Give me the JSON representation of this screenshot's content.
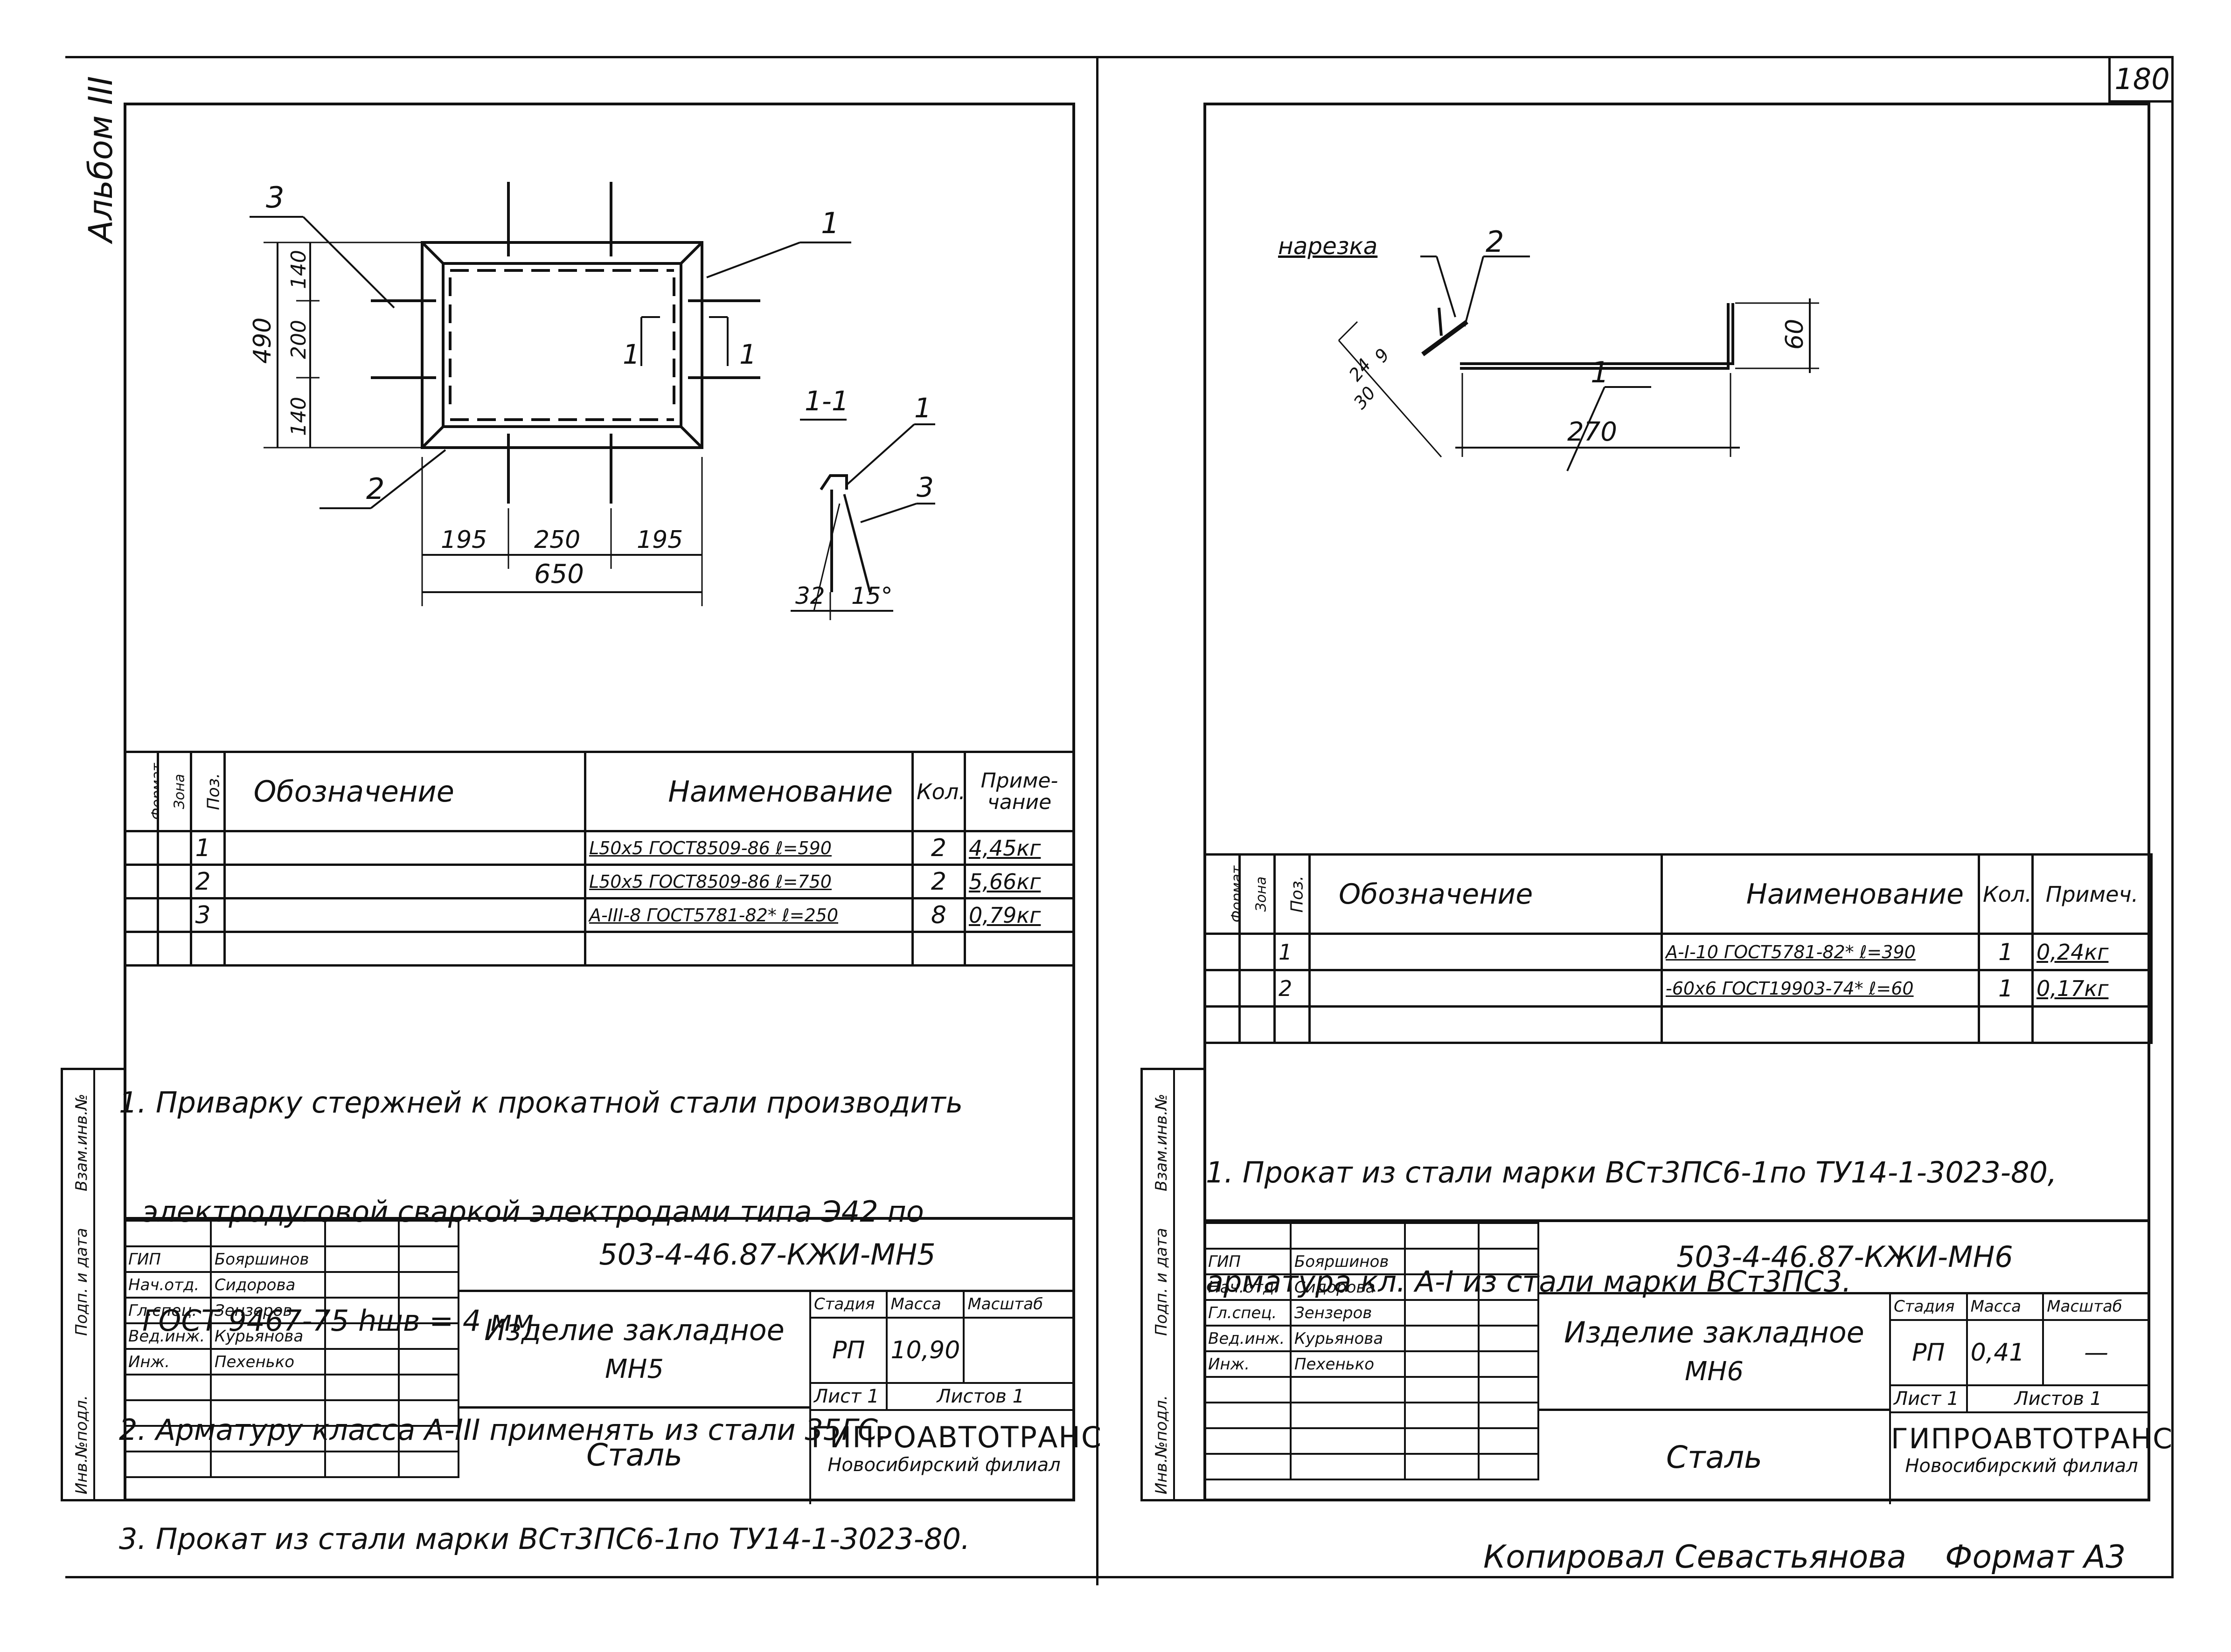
{
  "page": {
    "page_number": "180",
    "album": "Альбом III",
    "copied_by": "Копировал Севастьянова",
    "format": "Формат А3"
  },
  "side_stamp": [
    "Инв.№подл.",
    "Подп. и дата",
    "Взам.инв.№"
  ],
  "spec_headers": [
    "Формат",
    "Зона",
    "Поз.",
    "Обозначение",
    "Наименование",
    "Кол.",
    "Приме-\nчание"
  ],
  "left": {
    "drawing": {
      "labels": [
        "3",
        "1",
        "2",
        "1",
        "1",
        "1-1",
        "1",
        "3"
      ],
      "dims": [
        "490",
        "140",
        "200",
        "140",
        "195",
        "250",
        "195",
        "650",
        "32",
        "15°"
      ]
    },
    "spec_rows": [
      {
        "pos": "1",
        "name": "L50x5 ГОСТ8509-86 ℓ=590",
        "qty": "2",
        "note": "4,45кг"
      },
      {
        "pos": "2",
        "name": "L50x5 ГОСТ8509-86 ℓ=750",
        "qty": "2",
        "note": "5,66кг"
      },
      {
        "pos": "3",
        "name": "A-III-8 ГОСТ5781-82* ℓ=250",
        "qty": "8",
        "note": "0,79кг"
      }
    ],
    "notes": [
      "1. Приварку стержней к прокатной стали производить",
      "электродуговой сваркой электродами типа Э42 по",
      "ГОСТ 9467-75 hшв = 4 мм.",
      "2. Арматуру класса А-III применять из стали 35ГС.",
      "3. Прокат из стали марки ВСт3ПС6-1по ТУ14-1-3023-80."
    ],
    "title_block": {
      "code": "503-4-46.87-КЖИ-МН5",
      "roles": [
        "ГИП",
        "Нач.отд.",
        "Гл.спец.",
        "Вед.инж.",
        "Инж."
      ],
      "names": [
        "Бояршинов",
        "Сидорова",
        "Зензеров",
        "Курьянова",
        "Пехенько"
      ],
      "item": "Изделие закладное",
      "mark": "МН5",
      "stage_h": "Стадия",
      "mass_h": "Масса",
      "scale_h": "Масштаб",
      "stage": "РП",
      "mass": "10,90",
      "scale": "",
      "sheet": "Лист 1",
      "sheets": "Листов 1",
      "material": "Сталь",
      "org": "ГИПРОАВТОТРАНС",
      "branch": "Новосибирский филиал"
    }
  },
  "right": {
    "drawing": {
      "labels": [
        "нарезка",
        "2",
        "1"
      ],
      "dims": [
        "60",
        "270",
        "9",
        "24",
        "30"
      ]
    },
    "spec_headers": [
      "Формат",
      "Зона",
      "Поз.",
      "Обозначение",
      "Наименование",
      "Кол.",
      "Примеч."
    ],
    "spec_rows": [
      {
        "pos": "1",
        "name": "A-I-10 ГОСТ5781-82* ℓ=390",
        "qty": "1",
        "note": "0,24кг"
      },
      {
        "pos": "2",
        "name": "-60x6 ГОСТ19903-74* ℓ=60",
        "qty": "1",
        "note": "0,17кг"
      }
    ],
    "notes": [
      "1. Прокат из стали марки ВСт3ПС6-1по ТУ14-1-3023-80,",
      "арматура кл. А-I из стали марки ВСт3ПС3."
    ],
    "title_block": {
      "code": "503-4-46.87-КЖИ-МН6",
      "roles": [
        "ГИП",
        "Нач.отд.",
        "Гл.спец.",
        "Вед.инж.",
        "Инж."
      ],
      "names": [
        "Бояршинов",
        "Сидорова",
        "Зензеров",
        "Курьянова",
        "Пехенько"
      ],
      "item": "Изделие закладное",
      "mark": "МН6",
      "stage_h": "Стадия",
      "mass_h": "Масса",
      "scale_h": "Масштаб",
      "stage": "РП",
      "mass": "0,41",
      "scale": "—",
      "sheet": "Лист 1",
      "sheets": "Листов 1",
      "material": "Сталь",
      "org": "ГИПРОАВТОТРАНС",
      "branch": "Новосибирский филиал"
    }
  }
}
